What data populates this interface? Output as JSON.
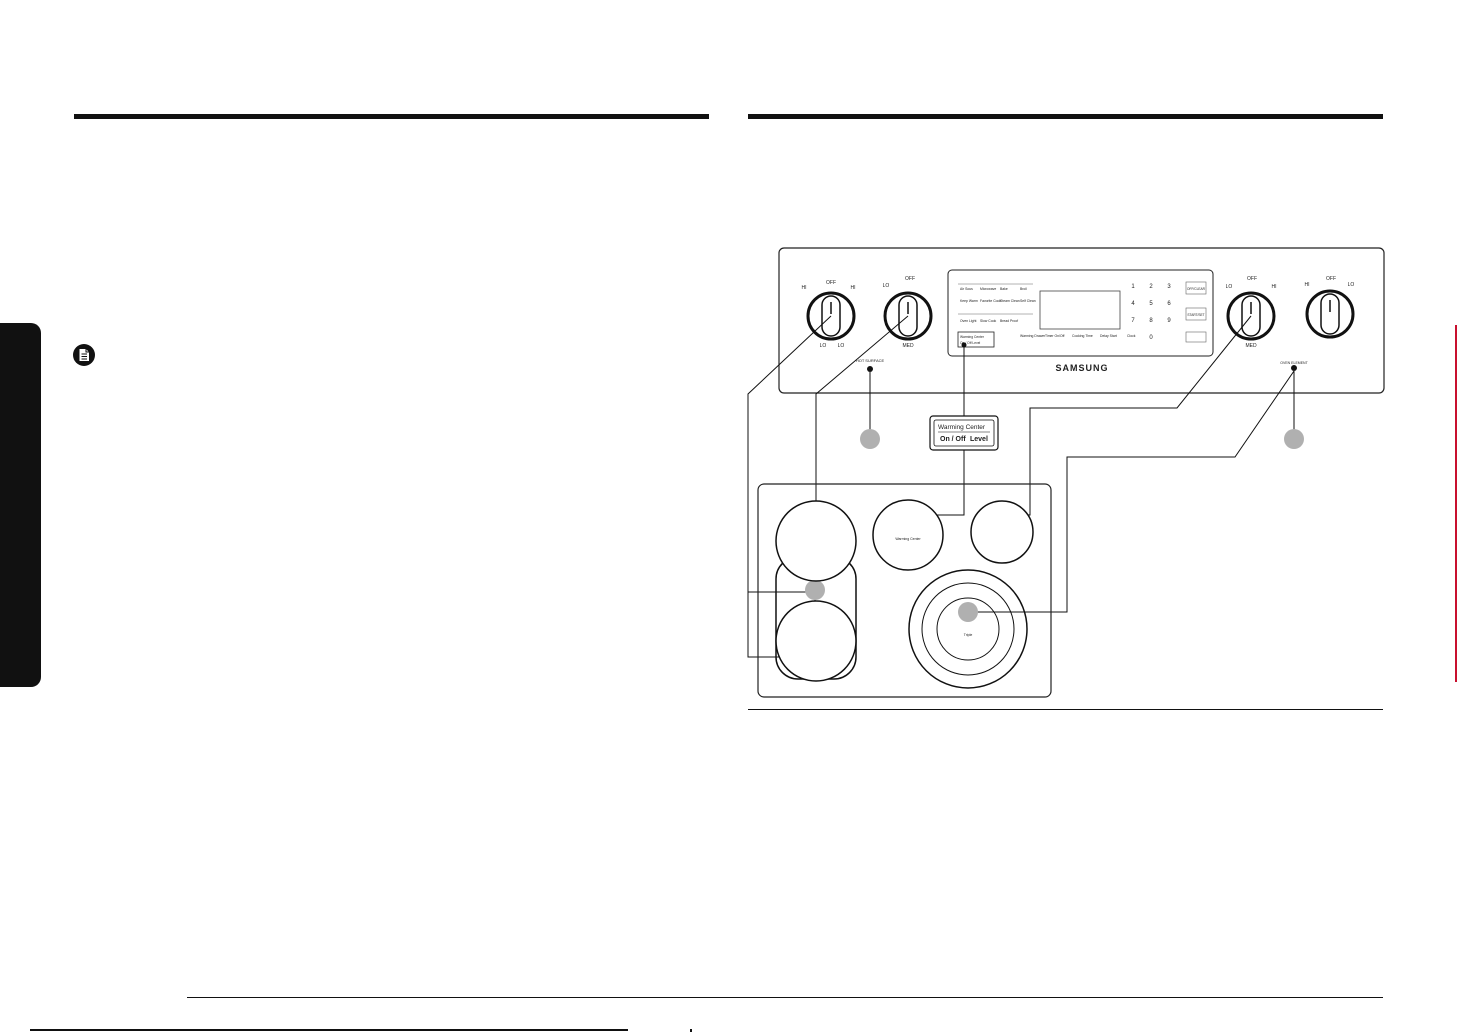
{
  "diagram": {
    "brand": "SAMSUNG",
    "knobs": {
      "off_label": "OFF",
      "lo_label": "LO",
      "hi_label": "HI",
      "med_label": "MED"
    },
    "indicators": {
      "hot_surface": "HOT SURFACE",
      "oven_element": "OVEN ELEMENT"
    },
    "control_panel": {
      "pad_labels": [
        "Air Sous",
        "Microwave",
        "Bake",
        "Broil",
        "Keep Warm",
        "Favorite Cook",
        "Steam Clean",
        "Self Clean",
        "Oven Light",
        "Slow Cook",
        "Bread Proof",
        "Warming Drawer"
      ],
      "timer_labels": [
        "Timer On/Off",
        "Cooking Time",
        "Delay Start",
        "Clock"
      ],
      "keypad": [
        "1",
        "2",
        "3",
        "4",
        "5",
        "6",
        "7",
        "8",
        "9",
        "0"
      ],
      "action_labels": [
        "OFF/CLEAR",
        "START/SET"
      ],
      "warming_center_small": "Warming Center",
      "warming_center_small_buttons": "On / Off    Level"
    },
    "callout": {
      "title": "Warming Center",
      "on_off": "On / Off",
      "level": "Level"
    },
    "cooktop": {
      "warming_center_label": "Warming Center",
      "triple_element_label": "Triple"
    }
  }
}
